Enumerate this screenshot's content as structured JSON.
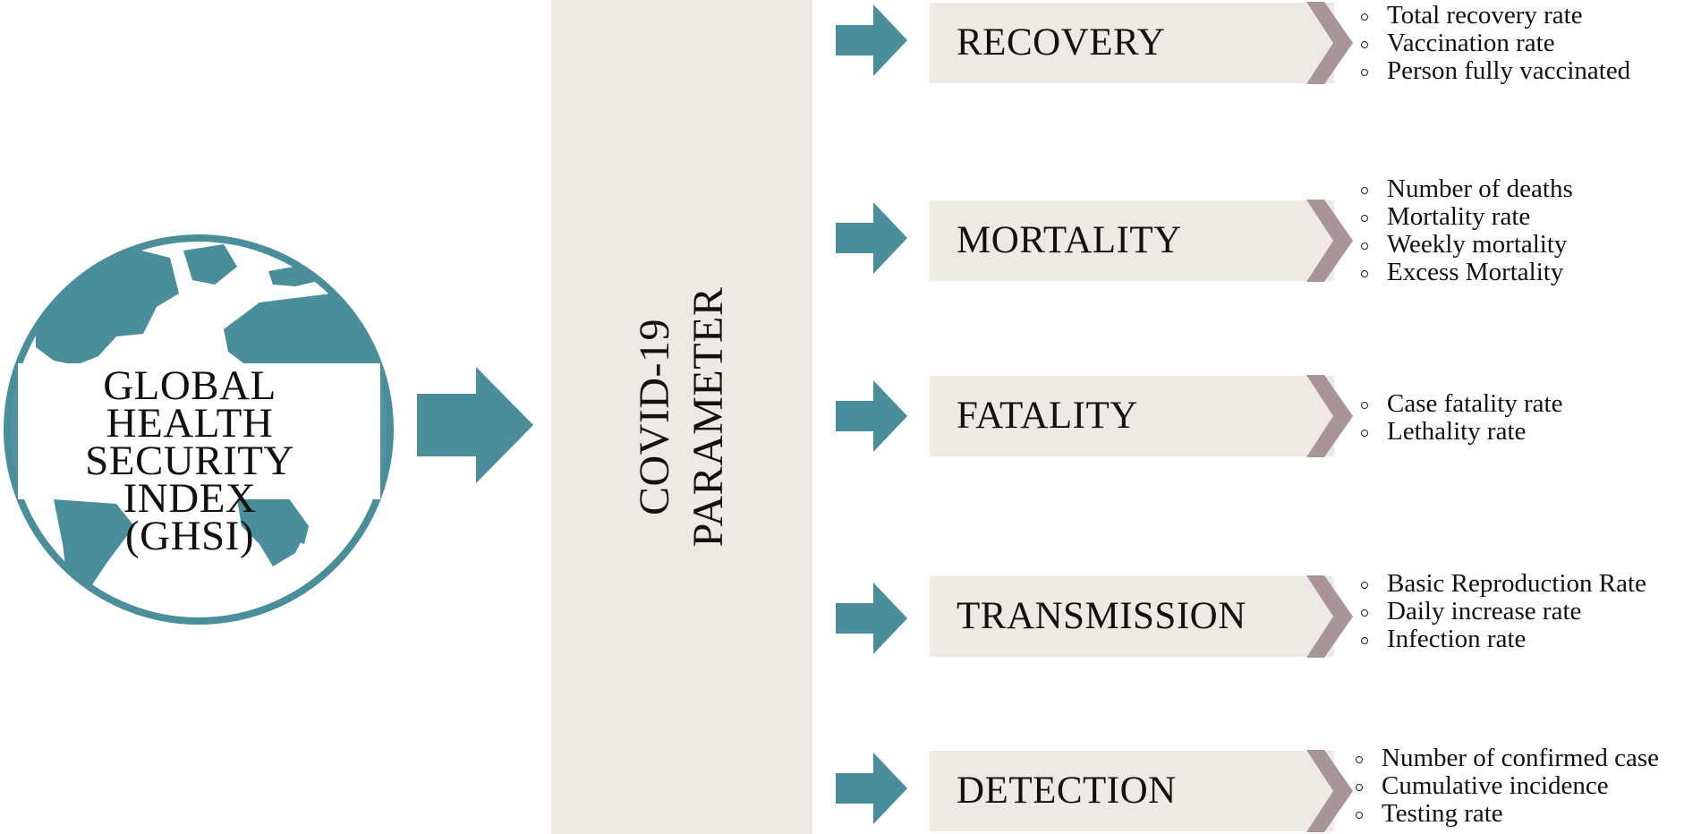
{
  "globe": {
    "title_lines": [
      "GLOBAL HEALTH",
      "SECURITY INDEX",
      "(GHSI)"
    ]
  },
  "center": {
    "title_lines": [
      "COVID-19",
      "PARAMETER"
    ]
  },
  "colors": {
    "teal": "#4a8e9b",
    "panel": "#ede9e4",
    "chevron": "#a89499"
  },
  "categories": [
    {
      "label": "RECOVERY",
      "items": [
        "Total recovery rate",
        "Vaccination rate",
        "Person fully vaccinated"
      ]
    },
    {
      "label": "MORTALITY",
      "items": [
        "Number of deaths",
        "Mortality rate",
        "Weekly mortality",
        "Excess Mortality"
      ]
    },
    {
      "label": "FATALITY",
      "items": [
        "Case fatality rate",
        "Lethality rate"
      ]
    },
    {
      "label": "TRANSMISSION",
      "items": [
        "Basic Reproduction Rate",
        "Daily increase rate",
        "Infection rate"
      ]
    },
    {
      "label": "DETECTION",
      "items": [
        "Number of confirmed case",
        "Cumulative incidence",
        "Testing rate"
      ]
    }
  ]
}
